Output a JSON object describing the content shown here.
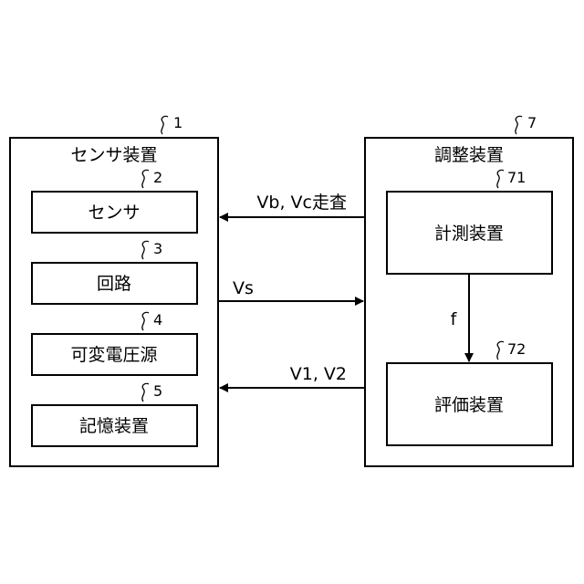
{
  "sensor_device": {
    "ref": "1",
    "title": "センサ装置",
    "blocks": [
      {
        "ref": "2",
        "label": "センサ"
      },
      {
        "ref": "3",
        "label": "回路"
      },
      {
        "ref": "4",
        "label": "可変電圧源"
      },
      {
        "ref": "5",
        "label": "記憶装置"
      }
    ]
  },
  "adjust_device": {
    "ref": "7",
    "title": "調整装置",
    "blocks": [
      {
        "ref": "71",
        "label": "計測装置"
      },
      {
        "ref": "72",
        "label": "評価装置"
      }
    ],
    "internal_signal": "f"
  },
  "signals": {
    "scan": "Vb, Vc走査",
    "output": "Vs",
    "voltages": "V1, V2"
  }
}
